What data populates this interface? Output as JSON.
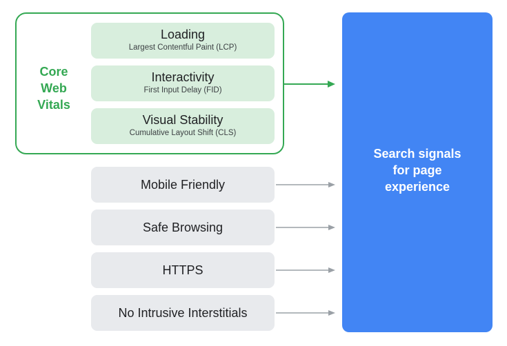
{
  "core_web_vitals": {
    "label_lines": [
      "Core",
      "Web",
      "Vitals"
    ],
    "metrics": [
      {
        "title": "Loading",
        "subtitle": "Largest Contentful Paint (LCP)"
      },
      {
        "title": "Interactivity",
        "subtitle": "First Input Delay (FID)"
      },
      {
        "title": "Visual Stability",
        "subtitle": "Cumulative Layout Shift (CLS)"
      }
    ]
  },
  "other_signals": [
    {
      "label": "Mobile Friendly"
    },
    {
      "label": "Safe Browsing"
    },
    {
      "label": "HTTPS"
    },
    {
      "label": "No Intrusive Interstitials"
    }
  ],
  "result": {
    "text": "Search signals for page experience"
  },
  "colors": {
    "cwv_green": "#34a853",
    "metric_bg": "#d8eedd",
    "signal_bg": "#e8eaed",
    "result_blue": "#4285f4",
    "arrow_gray": "#9aa0a6"
  }
}
